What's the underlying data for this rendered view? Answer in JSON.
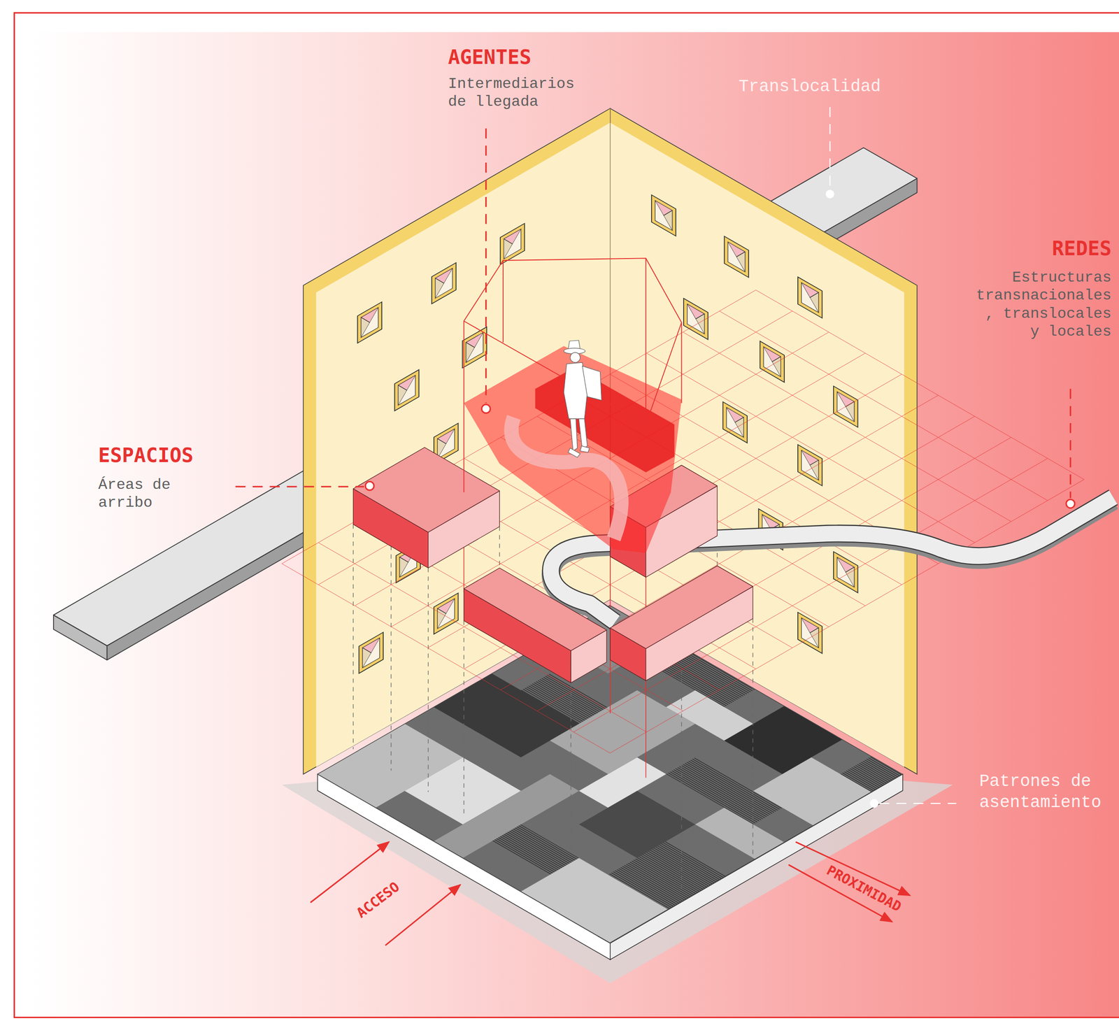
{
  "diagram": {
    "labels": [
      "AGENTES",
      "Intermediarios de llegada",
      "Translocalidad",
      "REDES",
      "Estructuras transnacionales , translocales y locales",
      "ESPACIOS",
      "Áreas de arribo",
      "Patrones de asentamiento",
      "ACCESO",
      "PROXIMIDAD"
    ]
  }
}
